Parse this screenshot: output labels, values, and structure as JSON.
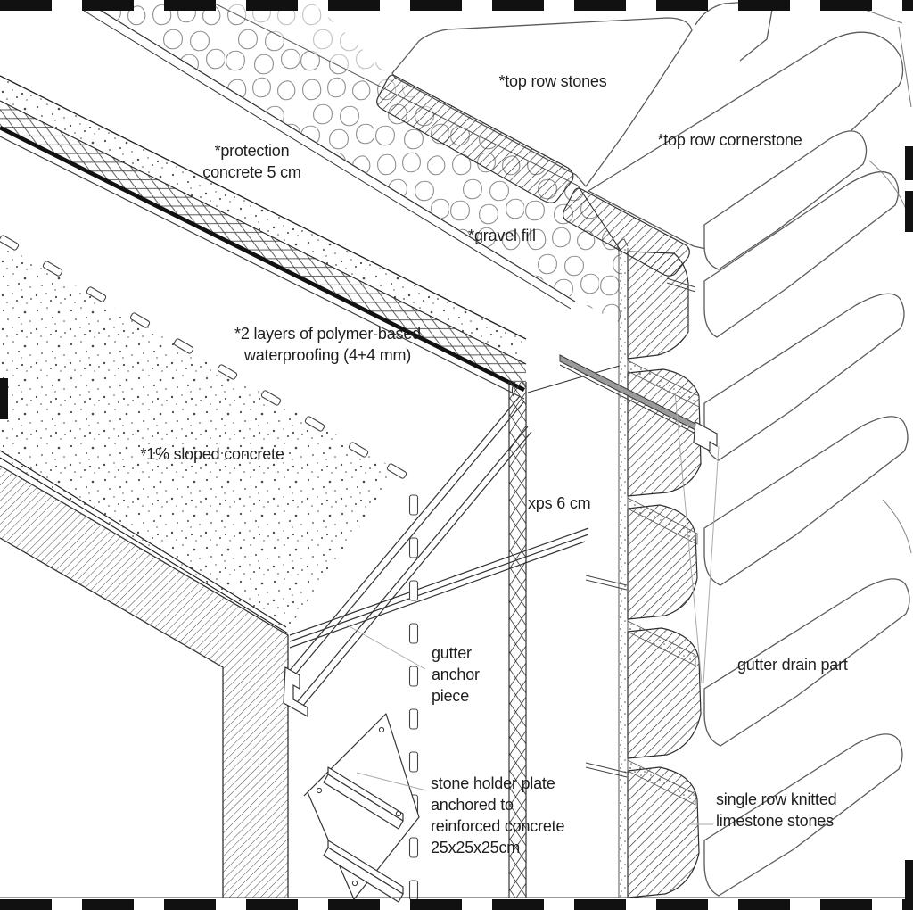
{
  "diagram": {
    "title": "roof parapet construction detail",
    "labels": {
      "top_row_stones": "*top row stones",
      "top_row_cornerstone": "*top row cornerstone",
      "protection_l1": "*protection",
      "protection_l2": "concrete 5 cm",
      "gravel_fill": "*gravel fill",
      "waterproofing_l1": "*2 layers of polymer-based",
      "waterproofing_l2": "waterproofing (4+4 mm)",
      "sloped_concrete": "*1% sloped concrete",
      "xps": "xps 6 cm",
      "gutter_anchor_l1": "gutter",
      "gutter_anchor_l2": "anchor",
      "gutter_anchor_l3": "piece",
      "gutter_drain": "gutter drain part",
      "stone_holder_l1": "stone holder plate",
      "stone_holder_l2": "anchored to",
      "stone_holder_l3": "reinforced concrete",
      "stone_holder_l4": "25x25x25cm",
      "single_row_l1": "single row knitted",
      "single_row_l2": "limestone stones"
    },
    "colors": {
      "ink": "#1e1e1e",
      "line": "#333333",
      "soft_line": "#666666",
      "pebble": "#8f8f8f",
      "pebble_light": "#c2c2c2",
      "leader": "#aaaaaa",
      "paper": "#ffffff"
    }
  }
}
